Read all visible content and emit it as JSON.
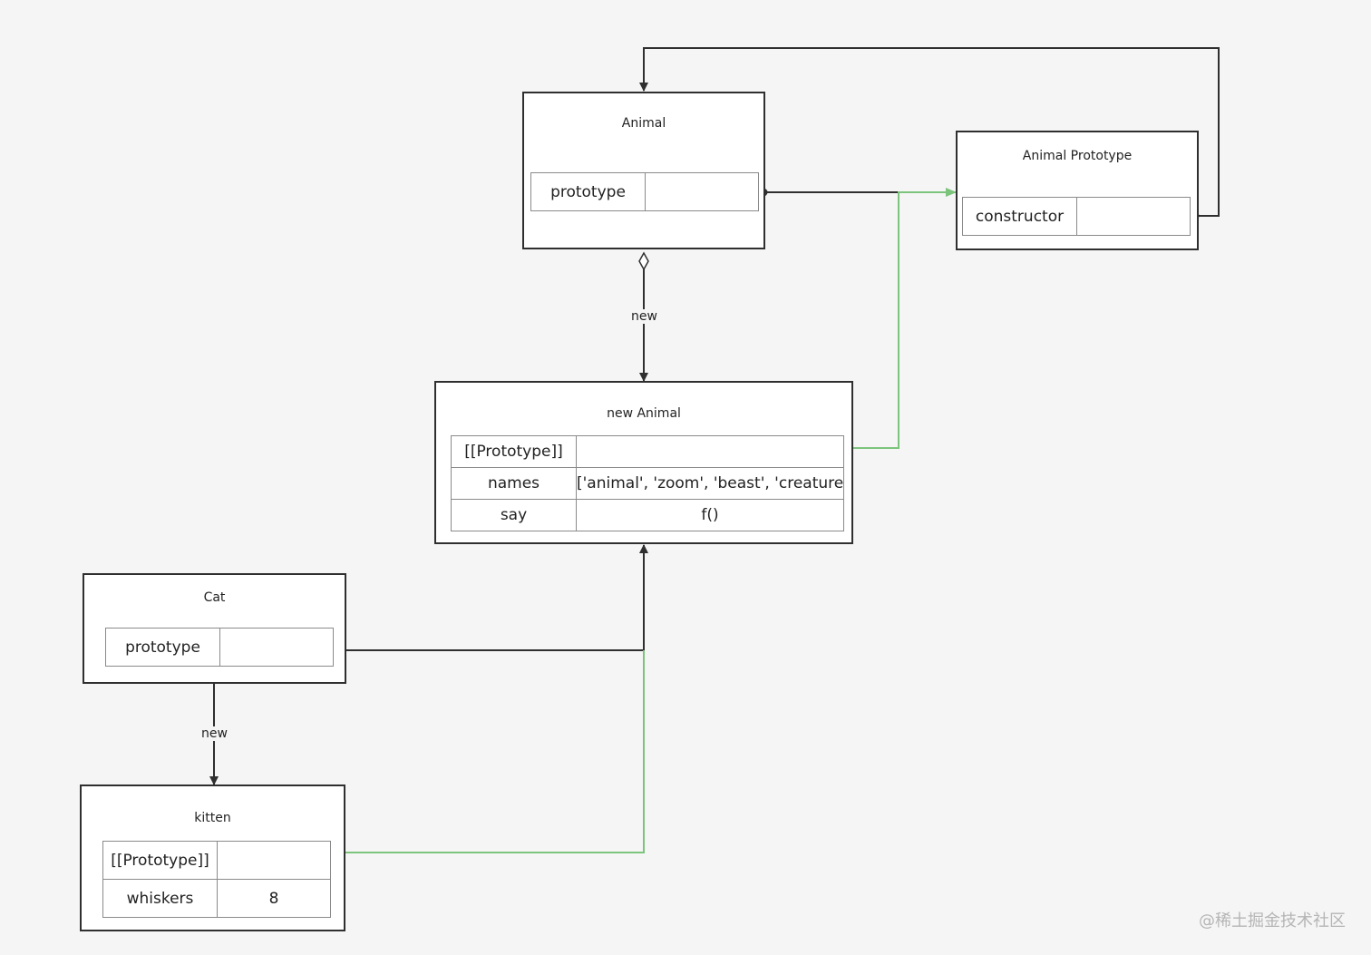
{
  "nodes": {
    "animal": {
      "title": "Animal",
      "rows": [
        {
          "key": "prototype",
          "value": ""
        }
      ]
    },
    "animal_prototype": {
      "title": "Animal Prototype",
      "rows": [
        {
          "key": "constructor",
          "value": ""
        }
      ]
    },
    "new_animal": {
      "title": "new Animal",
      "rows": [
        {
          "key": "[[Prototype]]",
          "value": ""
        },
        {
          "key": "names",
          "value": "['animal', 'zoom', 'beast', 'creature']"
        },
        {
          "key": "say",
          "value": "f()"
        }
      ]
    },
    "cat": {
      "title": "Cat",
      "rows": [
        {
          "key": "prototype",
          "value": ""
        }
      ]
    },
    "kitten": {
      "title": "kitten",
      "rows": [
        {
          "key": "[[Prototype]]",
          "value": ""
        },
        {
          "key": "whiskers",
          "value": "8"
        }
      ]
    }
  },
  "edges": {
    "animal_to_new_animal": "new",
    "cat_to_kitten": "new"
  },
  "colors": {
    "prototype_link": "#7cc47c",
    "reference_link": "#2f2f2f"
  },
  "watermark": "@稀土掘金技术社区"
}
